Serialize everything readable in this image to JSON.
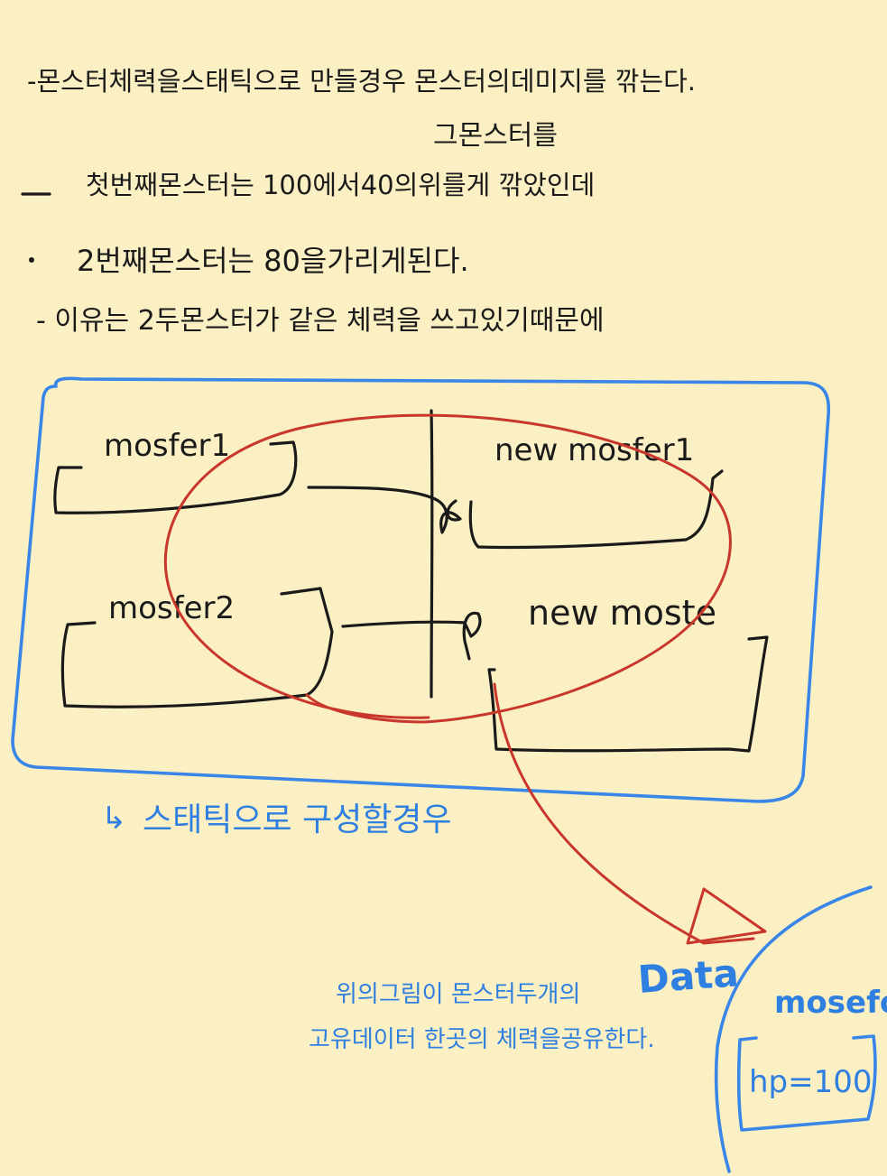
{
  "notes": {
    "line1": "-몬스터체력을스태틱으로 만들경우 몬스터의데미지를 깎는다.",
    "line1b": "그몬스터를",
    "line2": "첫번째몬스터는 100에서40의위를게 깎았인데",
    "line3": "2번째몬스터는 80을가리게된다.",
    "line4": "- 이유는 2두몬스터가 같은 체력을 쓰고있기때문에"
  },
  "diagram": {
    "monster1": "mosfer1",
    "monster2": "mosfer2",
    "new_monster1": "new mosfer1",
    "new_monster2": "new moste",
    "caption": "스태틱으로 구성할경우"
  },
  "data_area": {
    "label": "Data",
    "monster_label": "mosefo",
    "hp": "hp=100",
    "note_line1": "위의그림이 몬스터두개의",
    "note_line2": "고유데이터 한곳의 체력을공유한다."
  }
}
